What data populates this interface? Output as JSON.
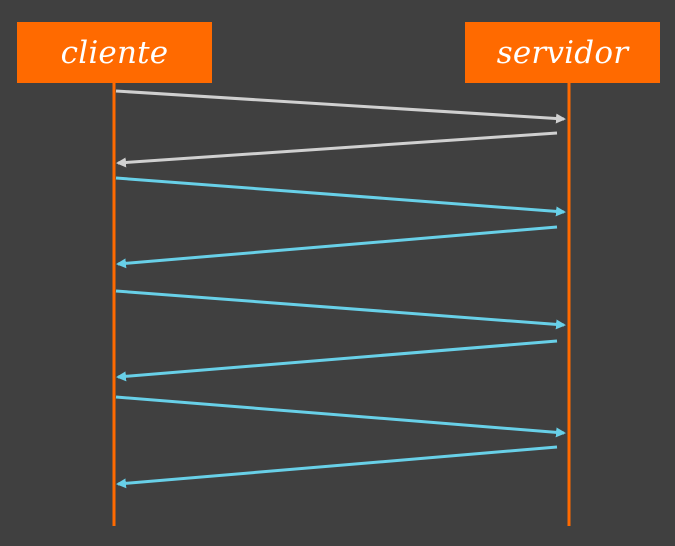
{
  "actors": {
    "client": {
      "label": "cliente"
    },
    "server": {
      "label": "servidor"
    }
  },
  "colors": {
    "background": "#404040",
    "actor_box": "#ff6a00",
    "lifeline": "#ff6a00",
    "handshake_arrow": "#d0d0d0",
    "message_arrow": "#68d0e8"
  },
  "messages": [
    {
      "from": "client",
      "to": "server",
      "kind": "handshake"
    },
    {
      "from": "server",
      "to": "client",
      "kind": "handshake"
    },
    {
      "from": "client",
      "to": "server",
      "kind": "message"
    },
    {
      "from": "server",
      "to": "client",
      "kind": "message"
    },
    {
      "from": "client",
      "to": "server",
      "kind": "message"
    },
    {
      "from": "server",
      "to": "client",
      "kind": "message"
    },
    {
      "from": "client",
      "to": "server",
      "kind": "message"
    },
    {
      "from": "server",
      "to": "client",
      "kind": "message"
    }
  ]
}
